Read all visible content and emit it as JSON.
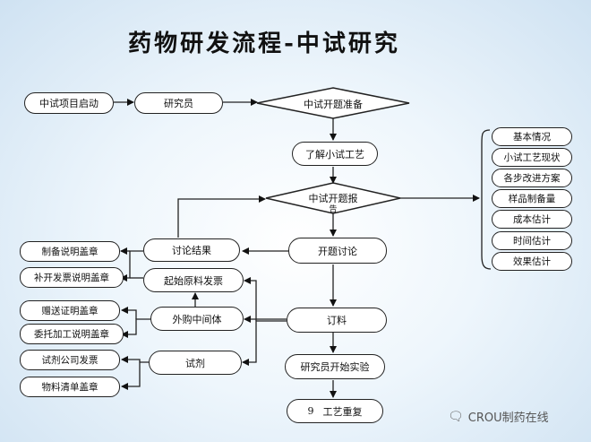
{
  "title": "药物研发流程-中试研究",
  "nodes": {
    "project_start": "中试项目启动",
    "researcher": "研究员",
    "prep_decision": "中试开题准备",
    "understand": "了解小试工艺",
    "report_decision": "中试开题报",
    "report_mark": "告",
    "discussion": "开题讨论",
    "result": "讨论结果",
    "order": "订料",
    "start_exp": "研究员开始实验",
    "repeat_num": "9",
    "repeat": "工艺重复",
    "start_invoice": "起始原料发票",
    "purchase": "外购中间体",
    "reagent": "试剂"
  },
  "report_items": [
    "基本情况",
    "小试工艺现状",
    "各步改进方案",
    "样品制备量",
    "成本估计",
    "时间估计",
    "效果估计"
  ],
  "left_docs": [
    "制备说明盖章",
    "补开发票说明盖章",
    "赠送证明盖章",
    "委托加工说明盖章",
    "试剂公司发票",
    "物料清单盖章"
  ],
  "watermark": "CROU制药在线",
  "watermark_icon": "wechat-icon"
}
